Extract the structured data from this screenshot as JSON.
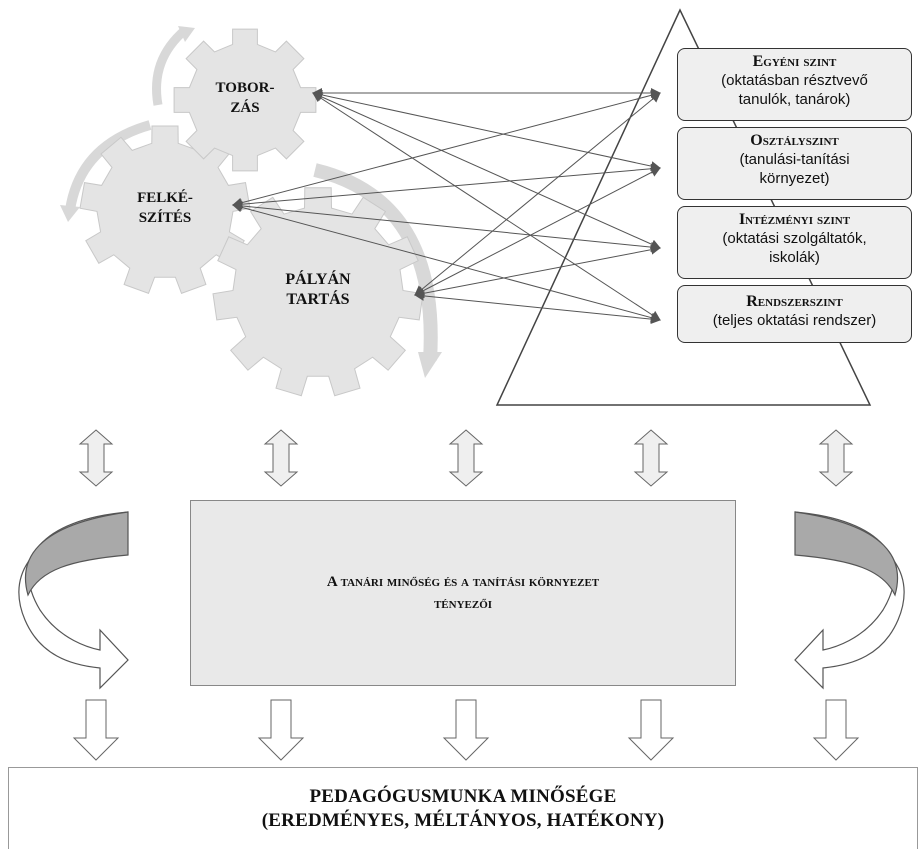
{
  "gears": {
    "recruit": [
      "TOBOR-",
      "ZÁS"
    ],
    "prepare": [
      "FELKÉ-",
      "SZÍTÉS"
    ],
    "retain": [
      "PÁLYÁN",
      "TARTÁS"
    ]
  },
  "levels": [
    {
      "title": "Egyéni szint",
      "desc": [
        "(oktatásban résztvevő",
        "tanulók, tanárok)"
      ]
    },
    {
      "title": "Osztályszint",
      "desc": [
        "(tanulási-tanítási",
        "környezet)"
      ]
    },
    {
      "title": "Intézményi szint",
      "desc": [
        "(oktatási szolgáltatók,",
        "iskolák)"
      ]
    },
    {
      "title": "Rendszerszint",
      "desc": [
        "(teljes oktatási rendszer)"
      ]
    }
  ],
  "center": {
    "label": "A tanári minőség és a tanítási környezet\ntényezői"
  },
  "bottom": {
    "line1": "PEDAGÓGUSMUNKA MINŐSÉGE",
    "line2": "(EREDMÉNYES, MÉLTÁNYOS, HATÉKONY)"
  },
  "colors": {
    "gear_fill": "#e4e4e4",
    "box_fill": "#efefef",
    "arrow_dark": "#555555",
    "curved_arrow_shade": "#a9a9a9"
  }
}
